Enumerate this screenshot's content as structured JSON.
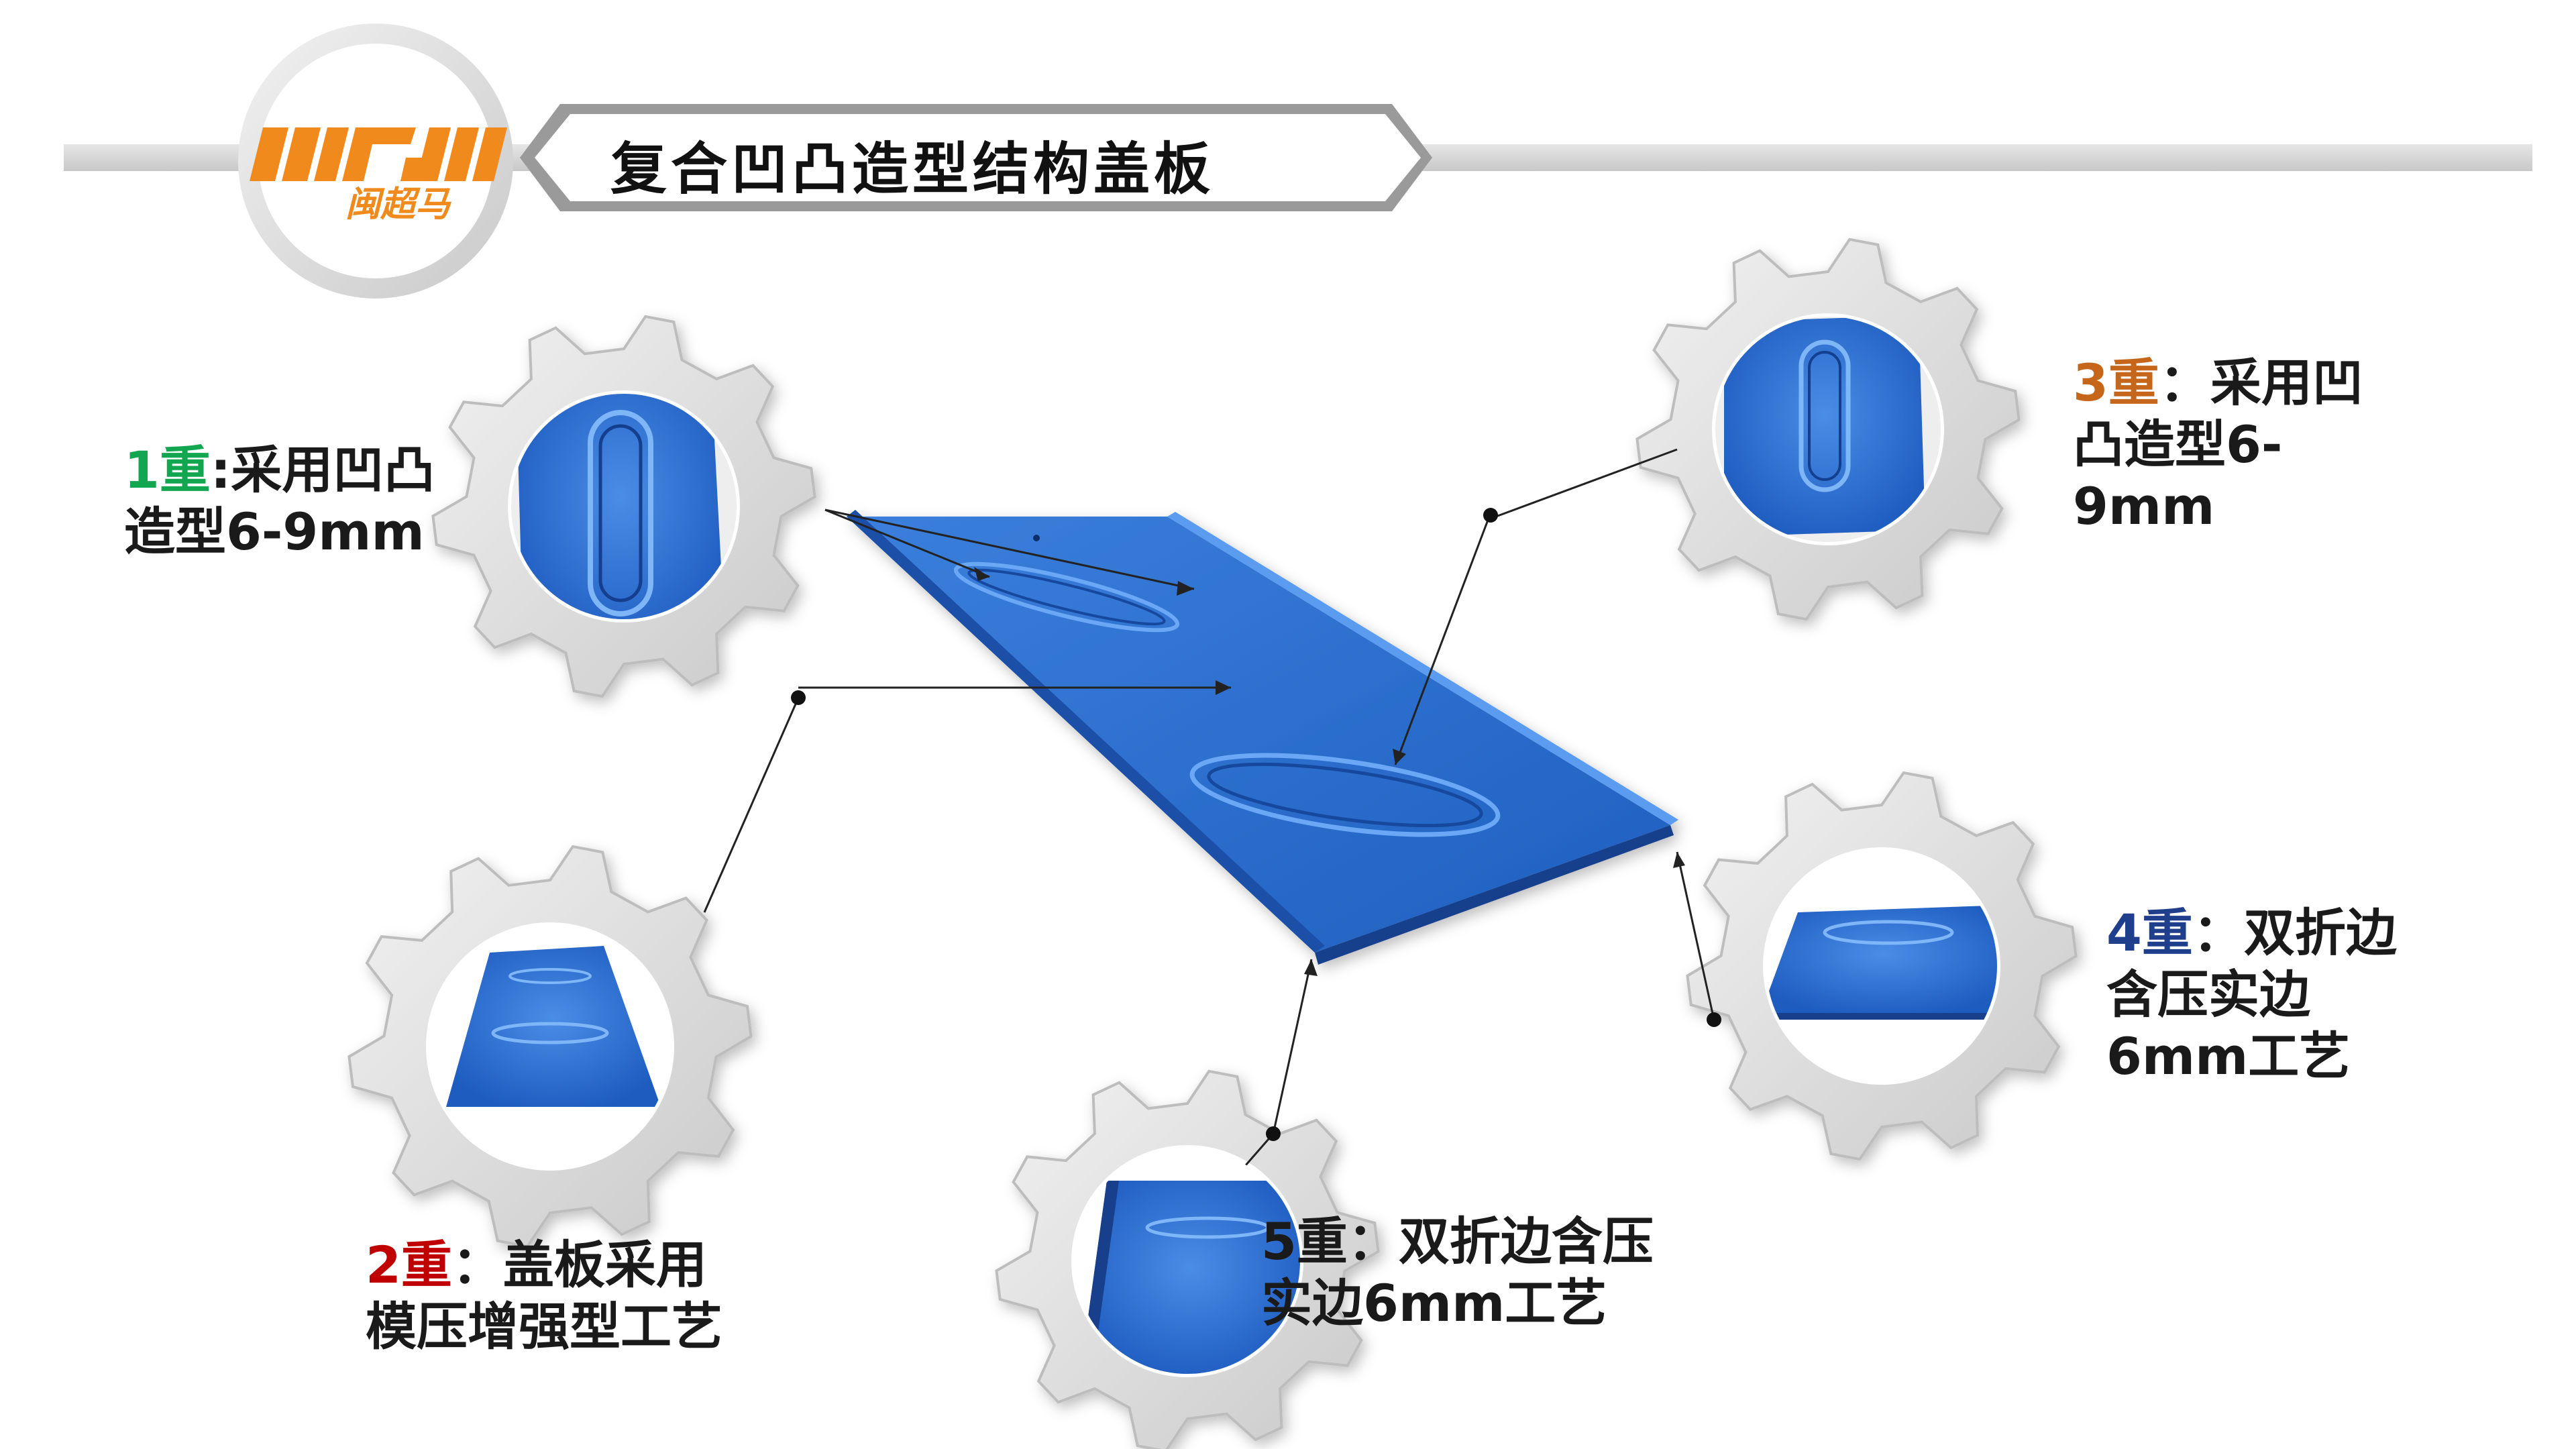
{
  "header": {
    "title": "复合凹凸造型结构盖板",
    "logo_text": "闽超马"
  },
  "colors": {
    "panel_blue": "#2f6fd0",
    "gear_gray": "#d7d7d7",
    "logo_orange": "#f08a1c",
    "green": "#13a651",
    "red": "#c00000",
    "orange": "#c5661a",
    "navy": "#1f3f8c"
  },
  "features": [
    {
      "id": "1",
      "num": "1重",
      "num_color": "#13a651",
      "line1": ":采用凹凸",
      "line2": "造型6-9mm",
      "line3": ""
    },
    {
      "id": "2",
      "num": "2重",
      "num_color": "#c00000",
      "line1": "：盖板采用",
      "line2": "模压增强型工艺",
      "line3": ""
    },
    {
      "id": "3",
      "num": "3重",
      "num_color": "#c5661a",
      "line1": "：采用凹",
      "line2": "凸造型6-",
      "line3": "9mm"
    },
    {
      "id": "4",
      "num": "4重",
      "num_color": "#1f3f8c",
      "line1": "：双折边",
      "line2": "含压实边",
      "line3": "6mm工艺"
    },
    {
      "id": "5",
      "num": "5重",
      "num_color": "#1a1a1a",
      "line1": "：双折边含压",
      "line2": "实边6mm工艺",
      "line3": ""
    }
  ]
}
